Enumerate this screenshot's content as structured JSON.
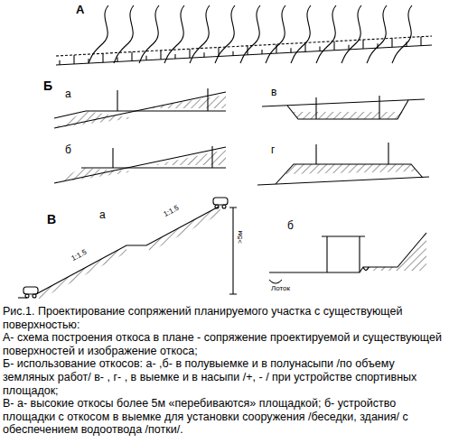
{
  "diagram": {
    "caption": "Рис.1. Проектирование сопряжений планируемого участка с существующей поверхностью:",
    "labels": [
      "А",
      "Б",
      "а",
      "б",
      "в",
      "г",
      "В",
      "а",
      "б",
      "1:1.5",
      "1:1.5",
      ">5м",
      "Лоток",
      "А- схема построения откоса в плане - сопряжение проектируемой и существующей поверхностей и изображение откоса;",
      "Б- использование откосов: а- ,б- в полувыемке и в полунасыпи /по объему земляных работ/ в- , г- , в выемке и в насыпи /+, - / при устройстве спортивных площадок;",
      "В- а- высокие откосы более 5м «перебиваются» площадкой; б- устройство площадки с откосом в выемке для установки сооружения /беседки, здания/ с обеспечением водоотвода /потки/."
    ]
  }
}
